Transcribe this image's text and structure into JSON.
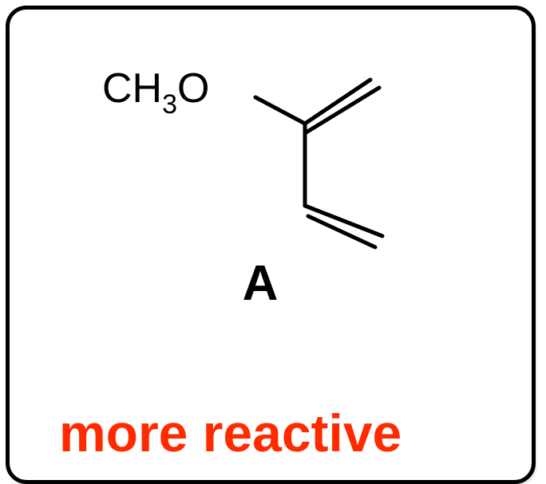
{
  "molecule": {
    "group_main": "CH",
    "group_subscript": "3",
    "group_tail": "O"
  },
  "compound_label": "A",
  "reactivity_label": "more reactive",
  "colors": {
    "stroke": "#000000",
    "reactivity": "#ff2a00"
  }
}
